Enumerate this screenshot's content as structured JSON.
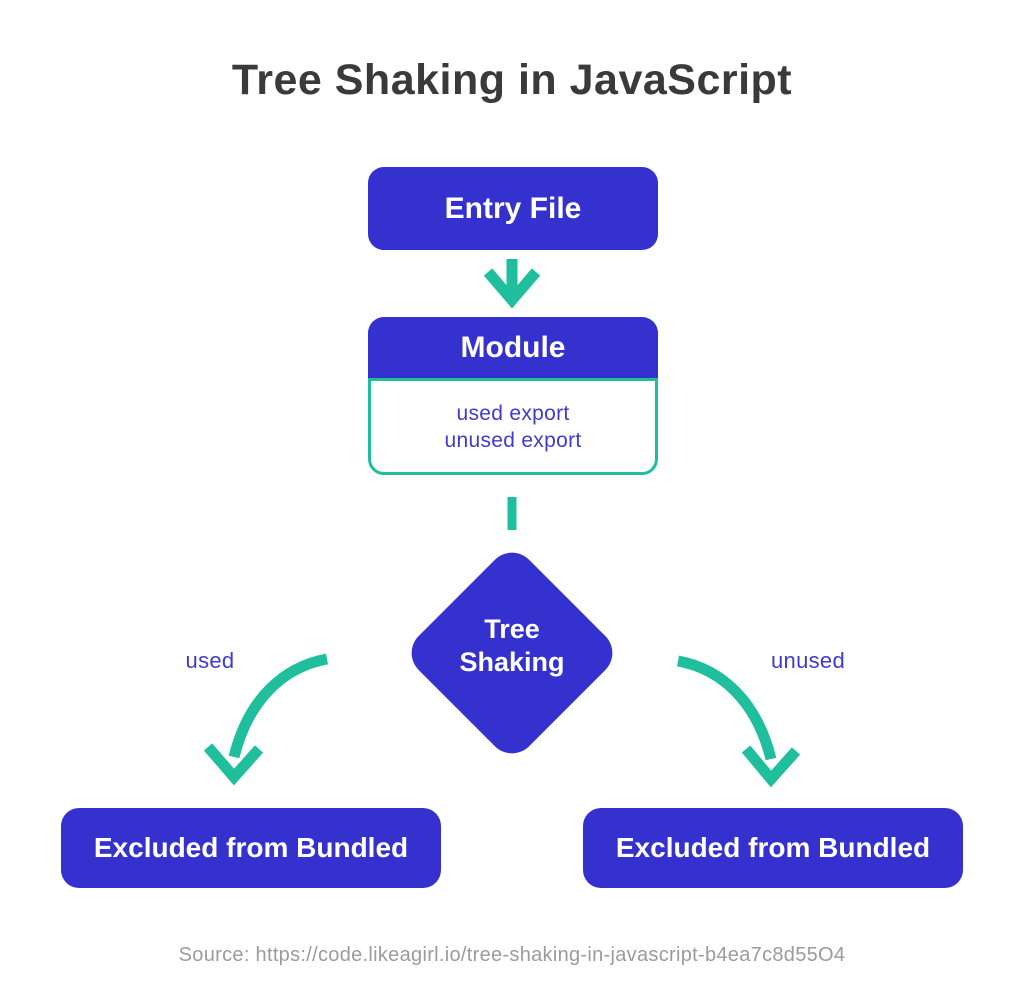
{
  "title": "Tree Shaking in JavaScript",
  "colors": {
    "blue": "#3431ce",
    "teal": "#1fbf9d",
    "title": "#3a3a3a",
    "label": "#3f3ad3",
    "gray": "#9b9b9b"
  },
  "nodes": {
    "entry_file": {
      "label": "Entry File"
    },
    "module": {
      "label": "Module",
      "line1": "used export",
      "line2": "unused export"
    },
    "tree_shaking": {
      "line1": "Tree",
      "line2": "Shaking"
    },
    "excluded_left": {
      "label": "Excluded from Bundled"
    },
    "excluded_right": {
      "label": "Excluded from Bundled"
    }
  },
  "edges": {
    "left_label": "used",
    "right_label": "unused"
  },
  "source": "Source: https://code.likeagirl.io/tree-shaking-in-javascript-b4ea7c8d55O4"
}
